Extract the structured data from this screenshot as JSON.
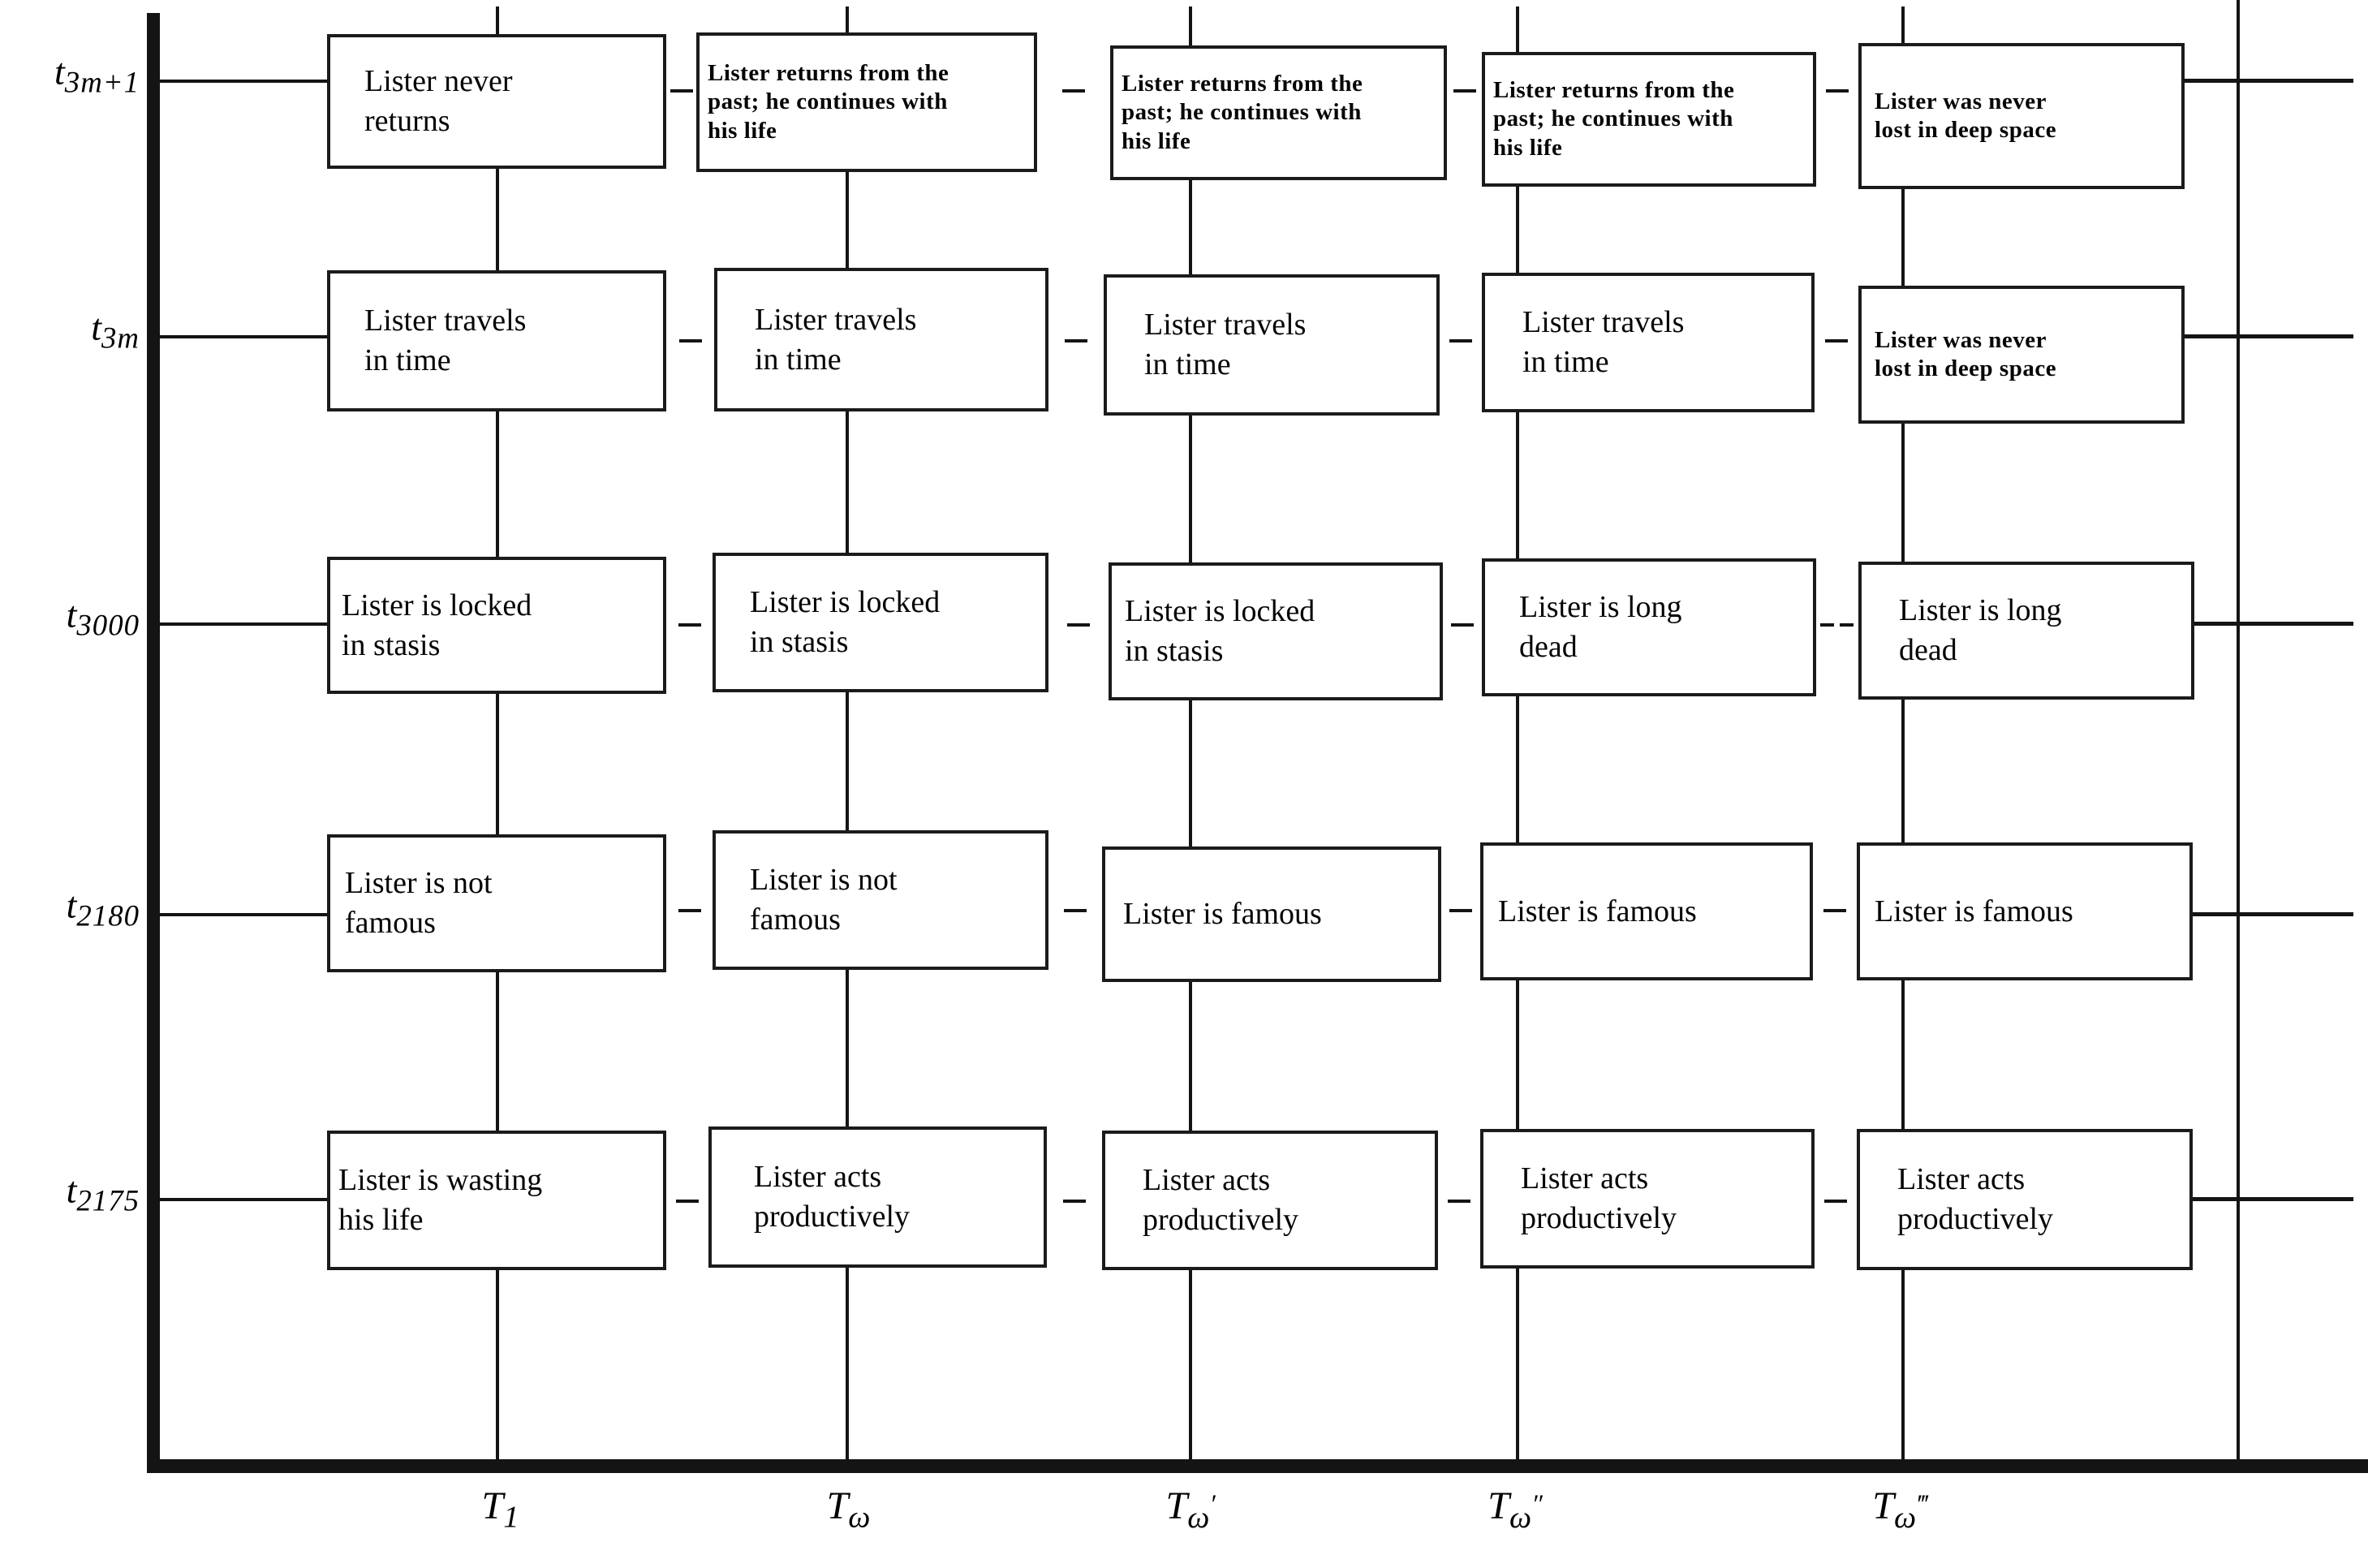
{
  "figure": {
    "description": "Branching timelines diagram",
    "colors": {
      "ink": "#141414",
      "paper": "#ffffff"
    },
    "y_axis": {
      "variable": "t",
      "ticks": [
        "3m+1",
        "3m",
        "3000",
        "2180",
        "2175"
      ]
    },
    "x_axis": {
      "variable": "T",
      "ticks": [
        "1",
        "ω",
        "ω′",
        "ω″",
        "ω‴"
      ]
    },
    "grid": {
      "rows": [
        {
          "time": "3m+1",
          "cells": [
            "Lister never\nreturns",
            "Lister returns from the\npast; he continues with\nhis life",
            "Lister returns from the\npast; he continues with\nhis life",
            "Lister returns from the\npast; he continues with\nhis life",
            "Lister was never\nlost in deep space"
          ]
        },
        {
          "time": "3m",
          "cells": [
            "Lister travels\nin time",
            "Lister travels\nin time",
            "Lister travels\nin time",
            "Lister travels\nin time",
            "Lister was never\nlost in deep space"
          ]
        },
        {
          "time": "3000",
          "cells": [
            "Lister is locked\nin stasis",
            "Lister is locked\nin stasis",
            "Lister is locked\nin stasis",
            "Lister is long\ndead",
            "Lister is long\ndead"
          ]
        },
        {
          "time": "2180",
          "cells": [
            "Lister is not\nfamous",
            "Lister is not\nfamous",
            "Lister is famous",
            "Lister is famous",
            "Lister is famous"
          ]
        },
        {
          "time": "2175",
          "cells": [
            "Lister is wasting\nhis life",
            "Lister acts\nproductively",
            "Lister acts\nproductively",
            "Lister acts\nproductively",
            "Lister acts\nproductively"
          ]
        }
      ]
    }
  }
}
